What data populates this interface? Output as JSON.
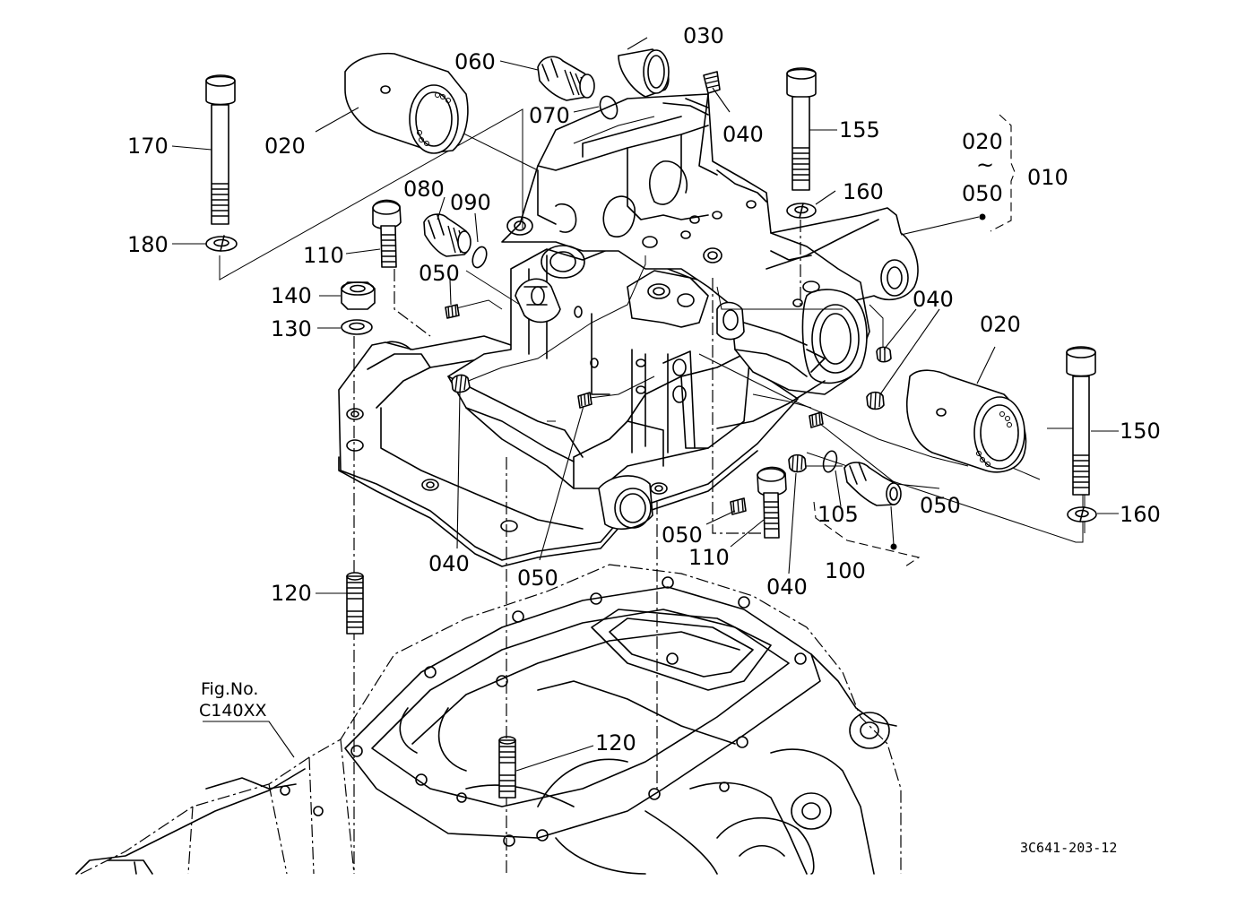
{
  "figure_code": "3C641-203-12",
  "reference": {
    "line1": "Fig.No.",
    "line2": "C140XX"
  },
  "assembly_range": {
    "from": "020",
    "tilde": "~",
    "to": "050",
    "group": "010"
  },
  "callouts": {
    "p020a": "020",
    "p020b": "020",
    "p030": "030",
    "p040a": "040",
    "p040b": "040",
    "p040c": "040",
    "p040d": "040",
    "p050a": "050",
    "p050b": "050",
    "p050c": "050",
    "p050d": "050",
    "p060": "060",
    "p070": "070",
    "p080": "080",
    "p090": "090",
    "p100": "100",
    "p105": "105",
    "p110a": "110",
    "p110b": "110",
    "p120a": "120",
    "p120b": "120",
    "p130": "130",
    "p140": "140",
    "p150": "150",
    "p155": "155",
    "p160a": "160",
    "p160b": "160",
    "p170": "170",
    "p180": "180"
  }
}
